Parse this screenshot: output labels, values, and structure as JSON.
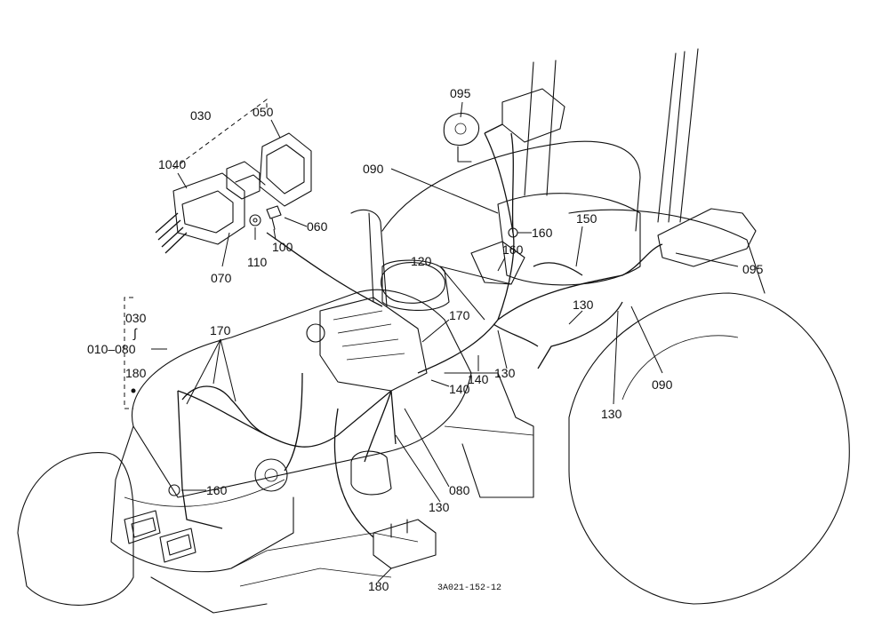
{
  "labels": {
    "l030_top": "030",
    "l050": "050",
    "l1040": "1040",
    "l060": "060",
    "l070": "070",
    "l110": "110",
    "l100": "100",
    "l095_top": "095",
    "l090_top": "090",
    "l160_a": "160",
    "l160_b": "160",
    "l150": "150",
    "l095_right": "095",
    "l120": "120",
    "l170_mid": "170",
    "l130_a": "130",
    "l130_b": "130",
    "l140_a": "140",
    "l140_b": "140",
    "l090_right": "090",
    "l130_right": "130",
    "l030_left": "030",
    "l_tilde": "∫",
    "l010_080": "010–080",
    "l180_left": "180",
    "l170_left": "170",
    "l160_left": "160",
    "l080": "080",
    "l130_bottom": "130",
    "l180_bottom": "180"
  },
  "drawing_code": "3A021-152-12"
}
